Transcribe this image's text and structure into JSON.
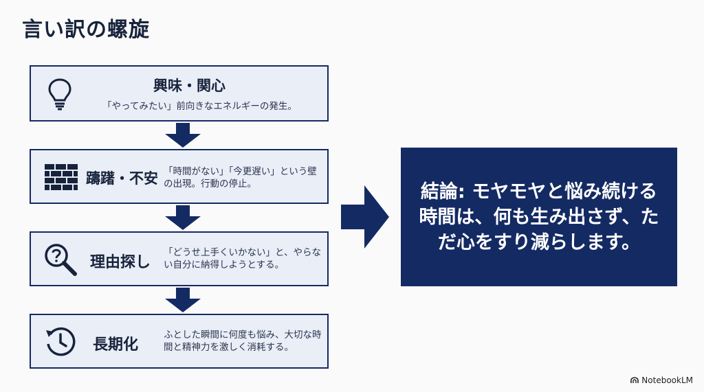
{
  "title": "言い訳の螺旋",
  "steps": [
    {
      "label": "興味・関心",
      "description": "「やってみたい」前向きなエネルギーの発生。",
      "icon": "lightbulb-icon"
    },
    {
      "label": "躊躇・不安",
      "description": "「時間がない」「今更遅い」という壁の出現。行動の停止。",
      "icon": "brick-wall-icon"
    },
    {
      "label": "理由探し",
      "description": "「どうせ上手くいかない」と、やらない自分に納得しようとする。",
      "icon": "question-magnifier-icon"
    },
    {
      "label": "長期化",
      "description": "ふとした瞬間に何度も悩み、大切な時間と精神力を激しく消耗する。",
      "icon": "clock-history-icon"
    }
  ],
  "conclusion": "結論: モヤモヤと悩み続ける時間は、何も生み出さず、ただ心をすり減らします。",
  "brand": "NotebookLM",
  "colors": {
    "navy": "#142a63",
    "box_fill": "#e9eef7",
    "border": "#17295f"
  }
}
